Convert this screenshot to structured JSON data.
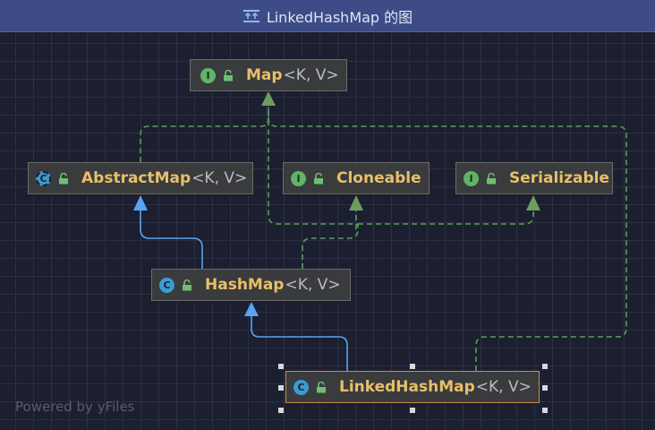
{
  "window": {
    "title": "LinkedHashMap 的图"
  },
  "nodes": {
    "map": {
      "name": "Map",
      "generics": "<K, V>",
      "kind": "interface",
      "kind_letter": "I"
    },
    "abstract_map": {
      "name": "AbstractMap",
      "generics": "<K, V>",
      "kind": "abstract-class",
      "kind_letter": "C"
    },
    "cloneable": {
      "name": "Cloneable",
      "generics": "",
      "kind": "interface",
      "kind_letter": "I"
    },
    "serializable": {
      "name": "Serializable",
      "generics": "",
      "kind": "interface",
      "kind_letter": "I"
    },
    "hash_map": {
      "name": "HashMap",
      "generics": "<K, V>",
      "kind": "class",
      "kind_letter": "C"
    },
    "linked_hash_map": {
      "name": "LinkedHashMap",
      "generics": "<K, V>",
      "kind": "class",
      "kind_letter": "C",
      "selected": true
    }
  },
  "relations": [
    {
      "from": "abstract_map",
      "to": "map",
      "type": "implements"
    },
    {
      "from": "hash_map",
      "to": "abstract_map",
      "type": "extends"
    },
    {
      "from": "hash_map",
      "to": "map",
      "type": "implements"
    },
    {
      "from": "hash_map",
      "to": "cloneable",
      "type": "implements"
    },
    {
      "from": "hash_map",
      "to": "serializable",
      "type": "implements"
    },
    {
      "from": "linked_hash_map",
      "to": "hash_map",
      "type": "extends"
    },
    {
      "from": "linked_hash_map",
      "to": "map",
      "type": "implements"
    }
  ],
  "footer": {
    "text": "Powered by yFiles"
  },
  "colors": {
    "implements_edge": "#5f9b5f",
    "extends_edge": "#5aa3ef",
    "class_name": "#e8bf6a",
    "selection_border": "#d18a4a"
  },
  "icons": {
    "title": "diagram-icon",
    "interface": "interface-icon",
    "class": "class-icon",
    "abstract_class": "abstract-class-icon",
    "visibility": "unlocked-icon"
  }
}
